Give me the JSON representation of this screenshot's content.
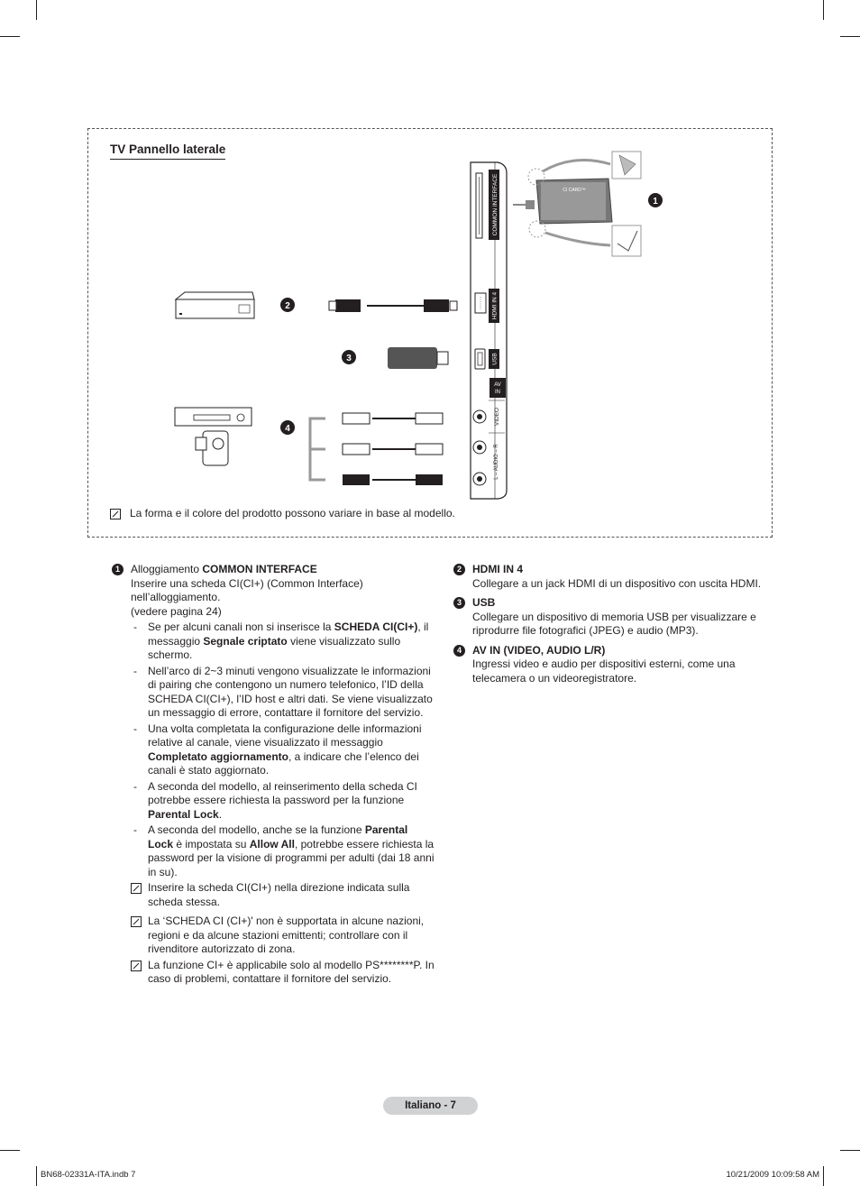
{
  "panel": {
    "title": "TV Pannello laterale",
    "note": "La forma e il colore del prodotto possono variare in base al modello.",
    "labels": {
      "common_interface": "COMMON INTERFACE",
      "hdmi_in4": "HDMI IN 4",
      "usb": "USB",
      "av_in": [
        "AV",
        "IN"
      ],
      "video": "VIDEO",
      "audio": "L – AUDIO – R",
      "ci_card": "CI CARD™"
    },
    "markers": [
      "1",
      "2",
      "3",
      "4"
    ]
  },
  "left": {
    "num": "1",
    "l1_pre": "Alloggiamento ",
    "l1_bold": "COMMON INTERFACE",
    "l2": "Inserire una scheda CI(CI+) (Common Interface) nell’alloggiamento.",
    "l3": "(vedere pagina 24)",
    "b1": {
      "t1": "Se per alcuni canali non si inserisce la ",
      "b1": "SCHEDA CI(CI+)",
      "t2": ", il messaggio ",
      "b2": "Segnale criptato",
      "t3": " viene visualizzato sullo schermo."
    },
    "b2": {
      "t1": "Nell’arco di 2~3 minuti vengono visualizzate le informazioni di pairing che contengono un numero telefonico, l’ID della SCHEDA CI(CI+), l’ID host e altri dati. Se viene visualizzato un messaggio di errore, contattare il fornitore del servizio."
    },
    "b3": {
      "t1": "Una volta completata la configurazione delle informazioni relative al canale, viene visualizzato il messaggio ",
      "b1": "Completato aggiornamento",
      "t2": ", a indicare che l’elenco dei canali è stato aggiornato."
    },
    "b4": {
      "t1": "A seconda del modello, al reinserimento della scheda CI potrebbe essere richiesta la password per la funzione ",
      "b1": "Parental Lock",
      "t2": "."
    },
    "b5": {
      "t1": "A seconda del modello, anche se la funzione ",
      "b1": "Parental Lock",
      "t2": " è impostata su ",
      "b2": "Allow All",
      "t3": ", potrebbe essere richiesta la password per la visione di programmi per adulti (dai 18 anni in su)."
    },
    "n1": "Inserire la scheda CI(CI+) nella direzione indicata sulla scheda stessa.",
    "n2": "La ‘SCHEDA CI (CI+)' non è supportata in alcune nazioni, regioni e da alcune stazioni emittenti; controllare con il rivenditore autorizzato di zona.",
    "n3": "La funzione CI+ è applicabile solo al modello PS********P. In caso di problemi, contattare il fornitore del servizio."
  },
  "right": [
    {
      "num": "2",
      "title": "HDMI IN 4",
      "text": "Collegare a un jack HDMI di un dispositivo con uscita HDMI."
    },
    {
      "num": "3",
      "title": "USB",
      "text": "Collegare un dispositivo di memoria USB per visualizzare e riprodurre file fotografici (JPEG) e audio (MP3)."
    },
    {
      "num": "4",
      "title": "AV IN (VIDEO, AUDIO L/R)",
      "text": "Ingressi video e audio per dispositivi esterni, come una telecamera o un videoregistratore."
    }
  ],
  "page_label": "Italiano - 7",
  "footer": {
    "file": "BN68-02331A-ITA.indb   7",
    "date": "10/21/2009   10:09:58 AM"
  }
}
